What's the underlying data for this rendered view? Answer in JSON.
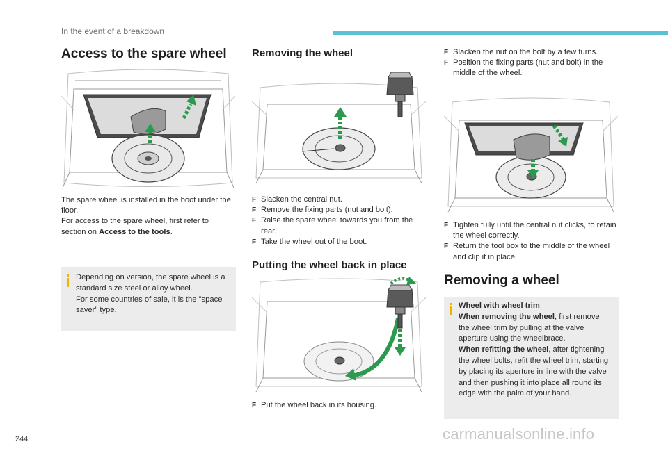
{
  "header": {
    "section": "In the event of a breakdown"
  },
  "page_number": "244",
  "watermark": "carmanualsonline.info",
  "col1": {
    "title": "Access to the spare wheel",
    "para": [
      "The spare wheel is installed in the boot under the floor.",
      "For access to the spare wheel, first refer to section on ",
      "Access to the tools",
      "."
    ],
    "note": [
      "Depending on version, the spare wheel is a standard size steel or alloy wheel.",
      "For some countries of sale, it is the \"space saver\" type."
    ]
  },
  "col2": {
    "title_removing": "Removing the wheel",
    "steps_removing": [
      "Slacken the central nut.",
      "Remove the fixing parts (nut and bolt).",
      "Raise the spare wheel towards you from the rear.",
      "Take the wheel out of the boot."
    ],
    "title_putting": "Putting the wheel back in place",
    "steps_putting": [
      "Put the wheel back in its housing."
    ]
  },
  "col3": {
    "steps_top": [
      "Slacken the nut on the bolt by a few turns.",
      "Position the fixing parts (nut and bolt) in the middle of the wheel."
    ],
    "steps_bottom": [
      "Tighten fully until the central nut clicks, to retain the wheel correctly.",
      "Return the tool box to the middle of the wheel and clip it in place."
    ],
    "title": "Removing a wheel",
    "note": {
      "heading": "Wheel with wheel trim",
      "remove_label": "When removing the wheel",
      "remove_text": ", first remove the wheel trim by pulling at the valve aperture using the wheelbrace.",
      "refit_label": "When refitting the wheel",
      "refit_text": ", after tightening the wheel bolts, refit the wheel trim, starting by placing its aperture in line with the valve and then pushing it into place all round its edge with the palm of your hand."
    }
  },
  "bullet_marker": "F",
  "colors": {
    "accent_bar": "#5bbfd7",
    "note_bg": "#ececec",
    "note_marker": "#f0b400",
    "arrow": "#2c9a4e"
  }
}
